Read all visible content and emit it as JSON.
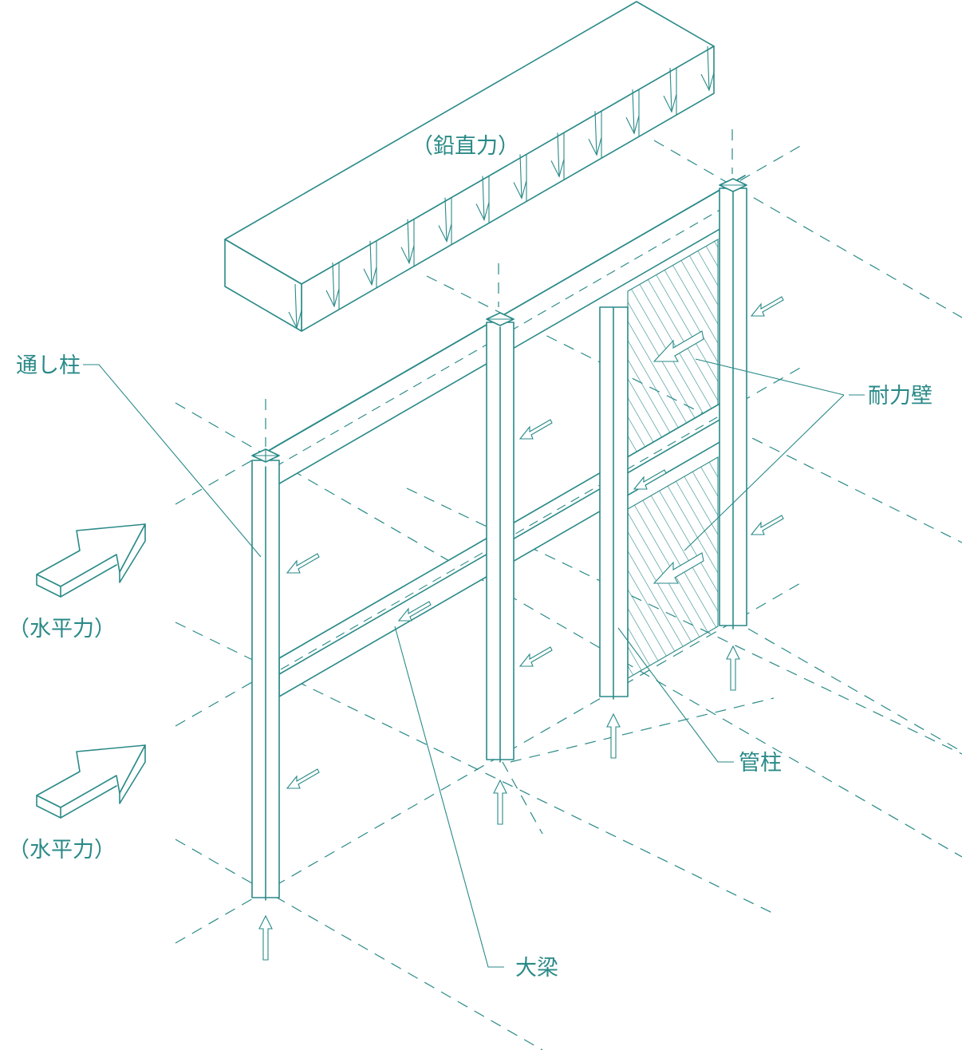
{
  "labels": {
    "vertical_force": "（鉛直力）",
    "through_column": "通し柱",
    "shear_wall": "耐力壁",
    "horizontal_force_1": "（水平力）",
    "horizontal_force_2": "（水平力）",
    "stud_column": "管柱",
    "main_beam": "大梁"
  },
  "colors": {
    "line": "#2a8a88",
    "background": "#ffffff"
  }
}
